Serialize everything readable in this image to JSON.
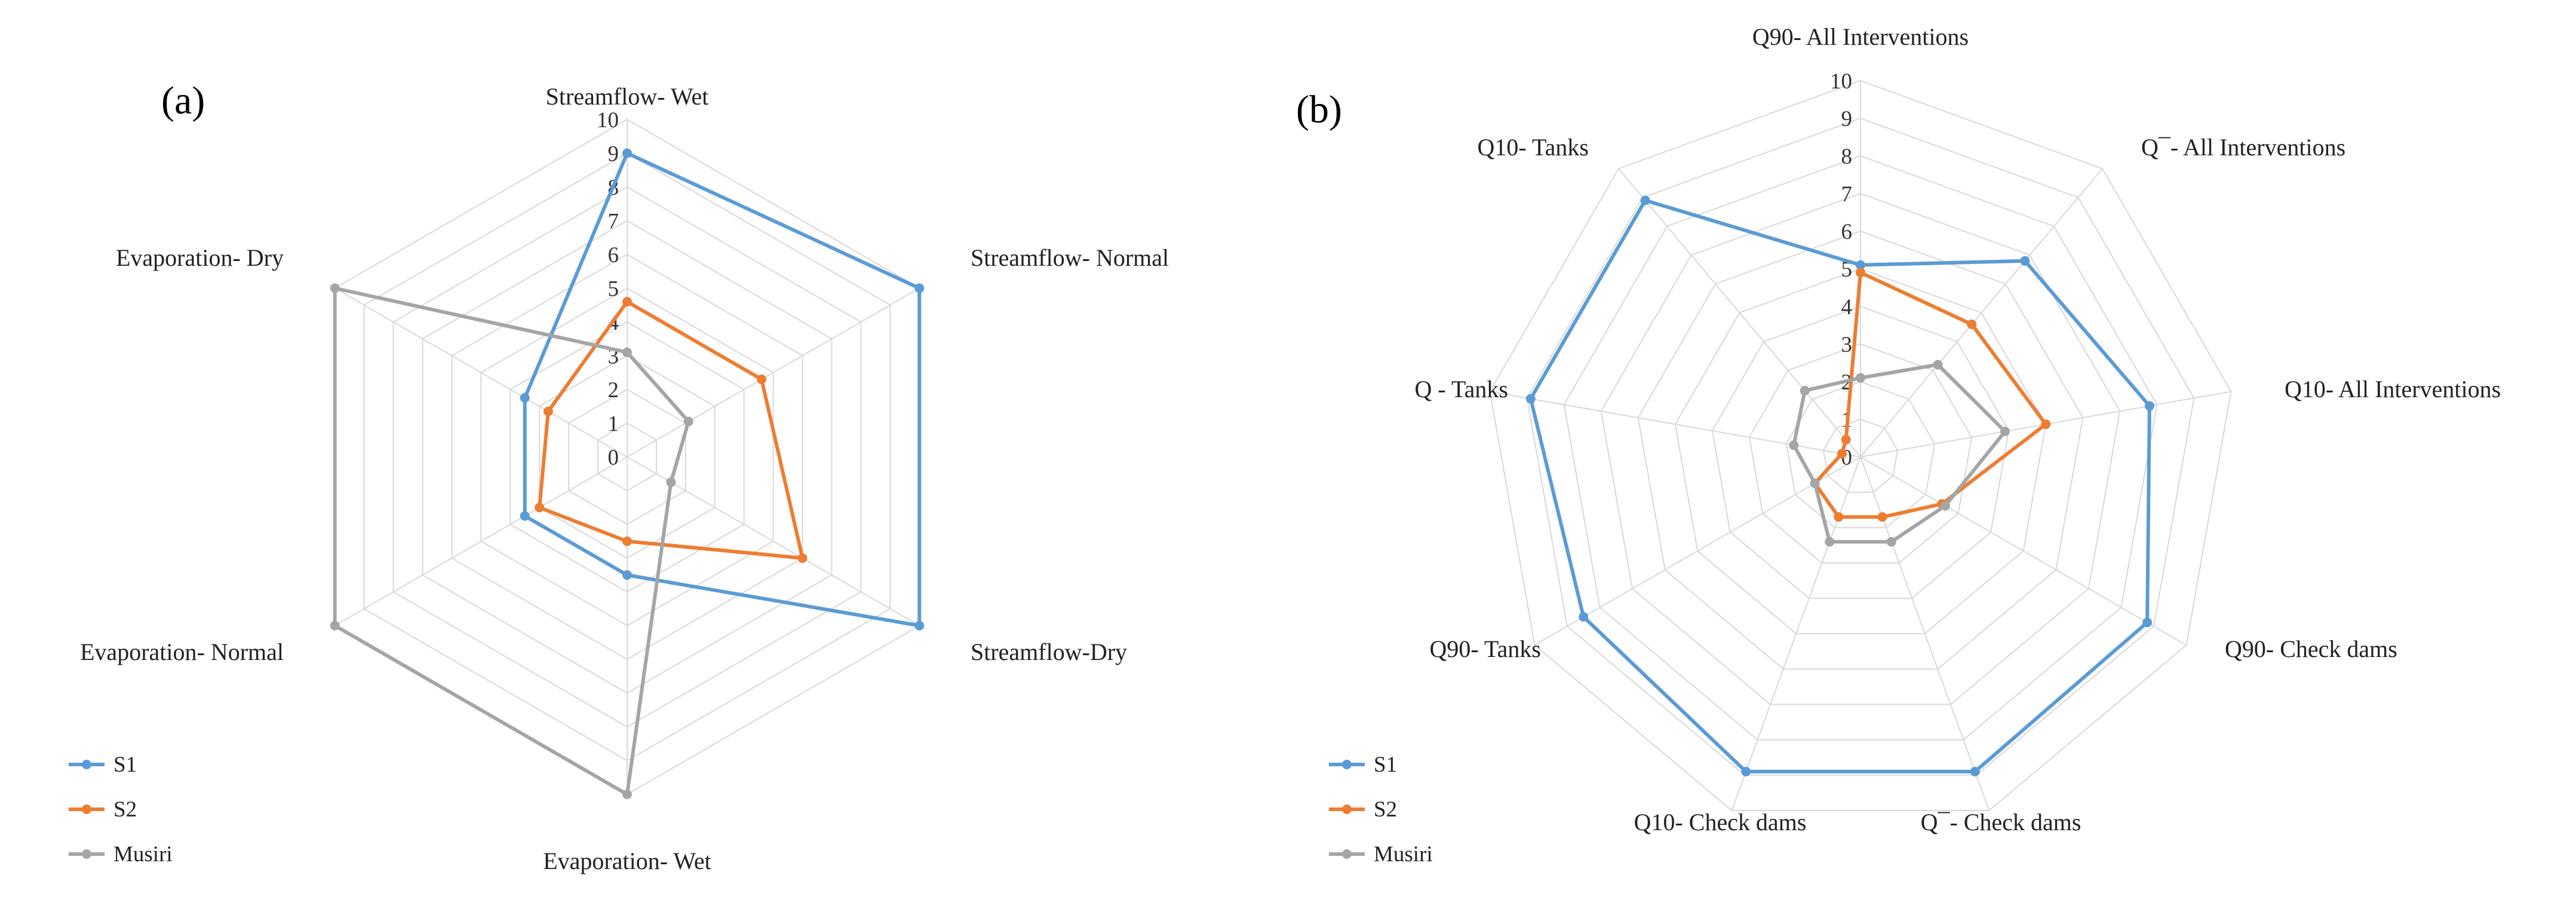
{
  "chart_data": [
    {
      "type": "radar",
      "panel_label": "(a)",
      "title": "",
      "rlim": [
        0,
        10
      ],
      "ticks": [
        "0",
        "1",
        "2",
        "3",
        "4",
        "5",
        "6",
        "7",
        "8",
        "9",
        "10"
      ],
      "axes": [
        "Streamflow- Wet",
        "Streamflow- Normal",
        "Streamflow-Dry",
        "Evaporation- Wet",
        "Evaporation- Normal",
        "Evaporation- Dry"
      ],
      "grid": true,
      "legend_position": "bottom-left",
      "series": [
        {
          "name": "S1",
          "color": "#5B9BD5",
          "values": [
            9,
            10,
            10,
            3.5,
            3.5,
            3.5
          ]
        },
        {
          "name": "S2",
          "color": "#ED7D31",
          "values": [
            4.6,
            4.6,
            6.0,
            2.5,
            3.0,
            2.7
          ]
        },
        {
          "name": "Musiri",
          "color": "#A5A5A5",
          "values": [
            3.1,
            2.1,
            1.5,
            10,
            10,
            10
          ]
        }
      ]
    },
    {
      "type": "radar",
      "panel_label": "(b)",
      "title": "",
      "rlim": [
        0,
        10
      ],
      "ticks": [
        "0",
        "1",
        "2",
        "3",
        "4",
        "5",
        "6",
        "7",
        "8",
        "9",
        "10"
      ],
      "axes": [
        "Q90- All Interventions",
        "Q¯- All Interventions",
        "Q10- All Interventions",
        "Q90- Check dams",
        "Q¯- Check dams",
        "Q10- Check dams",
        "Q90- Tanks",
        "Q - Tanks",
        "Q10- Tanks"
      ],
      "grid": true,
      "legend_position": "bottom-left",
      "series": [
        {
          "name": "S1",
          "color": "#5B9BD5",
          "values": [
            5.1,
            6.8,
            7.8,
            8.8,
            8.9,
            8.9,
            8.5,
            8.9,
            8.9
          ]
        },
        {
          "name": "S2",
          "color": "#ED7D31",
          "values": [
            4.9,
            4.6,
            5.0,
            2.5,
            1.7,
            1.7,
            1.4,
            0.5,
            0.6
          ]
        },
        {
          "name": "Musiri",
          "color": "#A5A5A5",
          "values": [
            2.1,
            3.2,
            3.9,
            2.6,
            2.4,
            2.4,
            1.4,
            1.8,
            2.3
          ]
        }
      ]
    }
  ]
}
